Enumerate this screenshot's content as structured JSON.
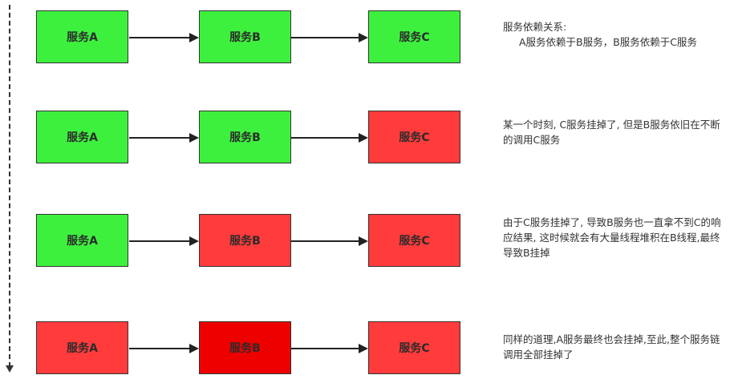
{
  "colors": {
    "ok": "#3ef03e",
    "fail": "#ff3b3b",
    "severe": "#ee0000"
  },
  "rows": [
    {
      "boxes": [
        {
          "label": "服务A",
          "color": "#3ef03e"
        },
        {
          "label": "服务B",
          "color": "#3ef03e"
        },
        {
          "label": "服务C",
          "color": "#3ef03e"
        }
      ],
      "note_title": "服务依赖关系:",
      "note_text": "A服务依赖于B服务，B服务依赖于C服务"
    },
    {
      "boxes": [
        {
          "label": "服务A",
          "color": "#3ef03e"
        },
        {
          "label": "服务B",
          "color": "#3ef03e"
        },
        {
          "label": "服务C",
          "color": "#ff3b3b"
        }
      ],
      "note_text": "某一个时刻, C服务挂掉了, 但是B服务依旧在不断的调用C服务"
    },
    {
      "boxes": [
        {
          "label": "服务A",
          "color": "#3ef03e"
        },
        {
          "label": "服务B",
          "color": "#ff3b3b"
        },
        {
          "label": "服务C",
          "color": "#ff3b3b"
        }
      ],
      "note_text": "由于C服务挂掉了, 导致B服务也一直拿不到C的响应结果, 这时候就会有大量线程堆积在B线程,最终导致B挂掉"
    },
    {
      "boxes": [
        {
          "label": "服务A",
          "color": "#ff3b3b"
        },
        {
          "label": "服务B",
          "color": "#ee0000"
        },
        {
          "label": "服务C",
          "color": "#ff3b3b"
        }
      ],
      "note_text": "同样的道理,A服务最终也会挂掉,至此,整个服务链调用全部挂掉了"
    }
  ]
}
